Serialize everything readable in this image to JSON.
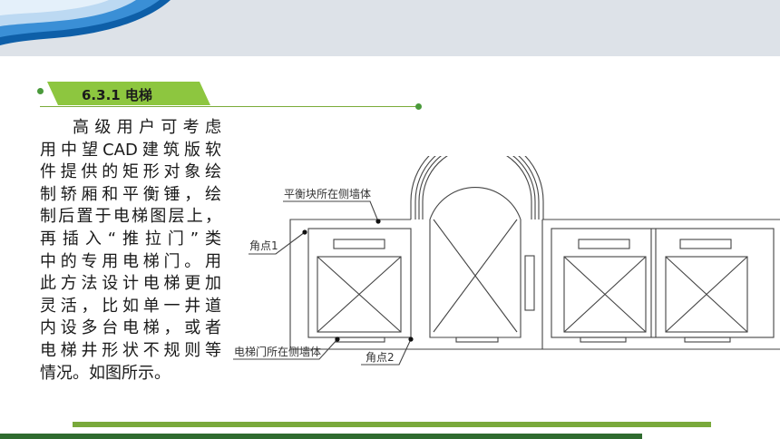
{
  "section": {
    "title": "6.3.1 电梯"
  },
  "body": {
    "lines": [
      "高级用户可考虑",
      "用中望CAD建筑版软",
      "件提供的矩形对象绘",
      "制轿厢和平衡锤，绘",
      "制后置于电梯图层上，",
      "再插入“推拉门”类",
      "中的专用电梯门。用",
      "此方法设计电梯更加",
      "灵活，比如单一井道",
      "内设多台电梯，或者",
      "电梯井形状不规则等",
      "情况。如图所示。"
    ]
  },
  "diagram": {
    "labels": {
      "counterweight_wall": "平衡块所在侧墙体",
      "corner1": "角点1",
      "door_wall": "电梯门所在侧墙体",
      "corner2": "角点2"
    }
  },
  "colors": {
    "accent_green": "#8dc63f",
    "dark_green": "#2f6b2f",
    "wave_blue": "#1c75bc"
  }
}
